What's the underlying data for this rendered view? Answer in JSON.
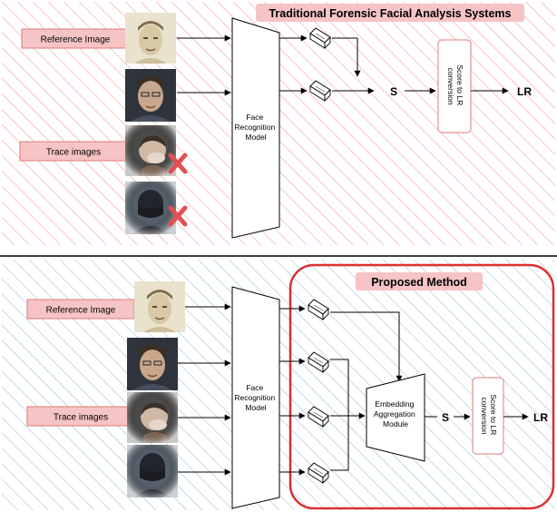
{
  "top": {
    "title": "Traditional Forensic Facial Analysis Systems",
    "reference_label": "Reference Image",
    "trace_label": "Trace images",
    "model_label": [
      "Face",
      "Recognition",
      "Model"
    ],
    "score_label": "S",
    "conversion_label": [
      "Score to LR",
      "conversion"
    ],
    "output_label": "LR"
  },
  "bottom": {
    "title": "Proposed Method",
    "reference_label": "Reference Image",
    "trace_label": "Trace images",
    "model_label": [
      "Face",
      "Recognition",
      "Model"
    ],
    "aggregation_label": [
      "Embedding",
      "Aggregation",
      "Module"
    ],
    "score_label": "S",
    "conversion_label": [
      "Score to LR",
      "conversion"
    ],
    "output_label": "LR"
  },
  "colors": {
    "top_hatch": "#f4a0a0",
    "bottom_hatch": "#9cc4dc",
    "label_fill": "#f6c4c4",
    "label_stroke": "#e07878",
    "proposed_border": "#d93030",
    "reject_mark": "#e05050"
  },
  "icons": [
    "reference-face-photo",
    "trace-face-photo",
    "embedding-vector-icon",
    "reject-x-icon"
  ]
}
